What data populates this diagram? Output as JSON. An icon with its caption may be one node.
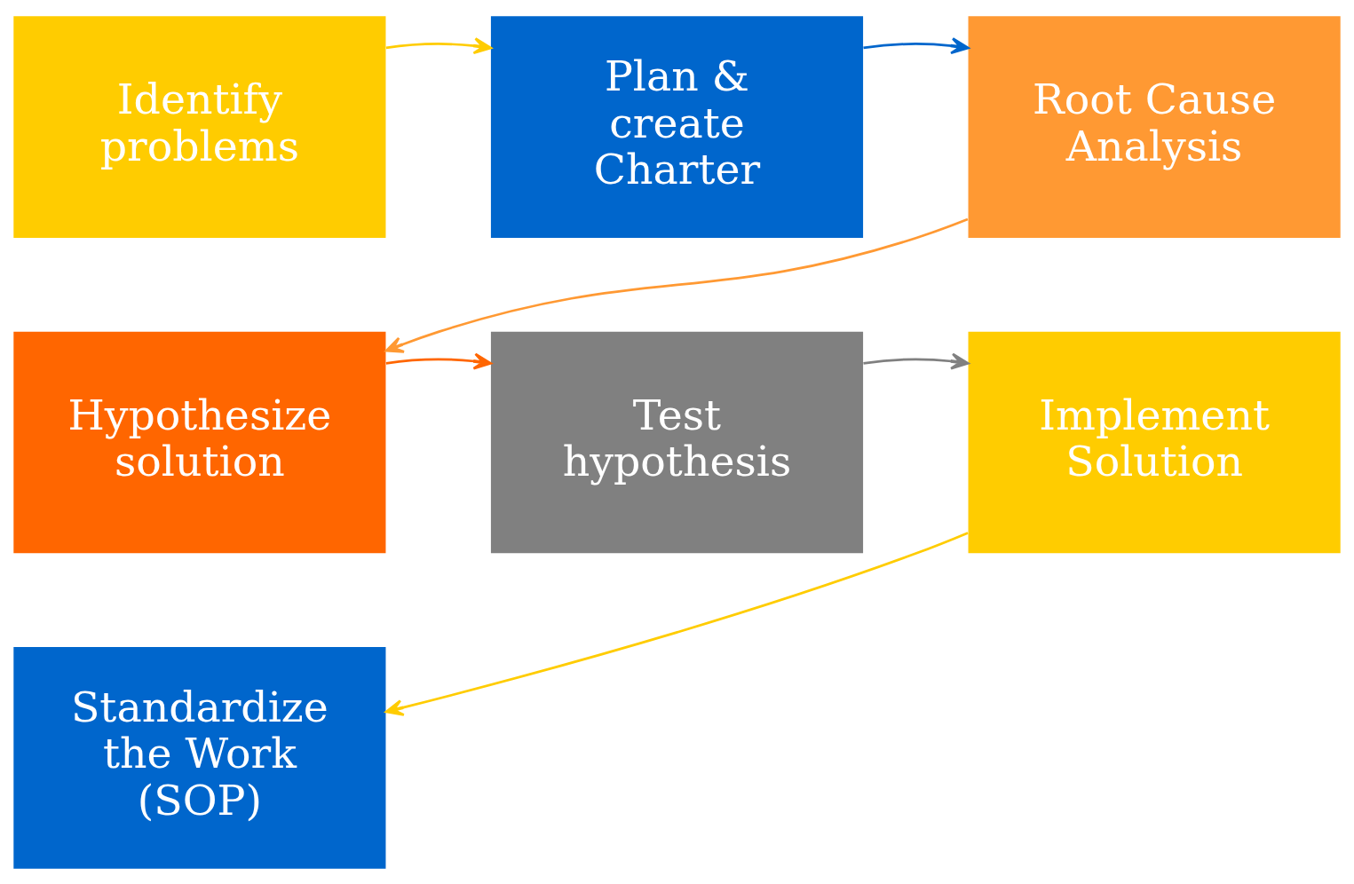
{
  "diagram": {
    "nodes": [
      {
        "text": [
          "Identify problems"
        ]
      },
      {
        "text": [
          "Plan & create Charter"
        ]
      },
      {
        "text": [
          "Root Cause Analysis"
        ]
      },
      {
        "text": [
          "Hypothesize solution"
        ]
      },
      {
        "text": [
          "Test hypothesis"
        ]
      },
      {
        "text": [
          "Implement Solution"
        ]
      },
      {
        "text": [
          "Standardize the Work (SOP)"
        ]
      }
    ],
    "edges": [
      {
        "from": 0,
        "to": 1,
        "arrow": "to",
        "color": "#ffcc00"
      },
      {
        "from": 1,
        "to": 2,
        "arrow": "to",
        "color": "#0066cc"
      },
      {
        "from": 2,
        "to": 3,
        "arrow": "to",
        "color": "#ff9933"
      },
      {
        "from": 3,
        "to": 4,
        "arrow": "to",
        "color": "#ff6600"
      },
      {
        "from": 4,
        "to": 5,
        "arrow": "to",
        "color": "#808080"
      },
      {
        "from": 5,
        "to": 6,
        "arrow": "to",
        "color": "#ffcc00"
      }
    ]
  }
}
